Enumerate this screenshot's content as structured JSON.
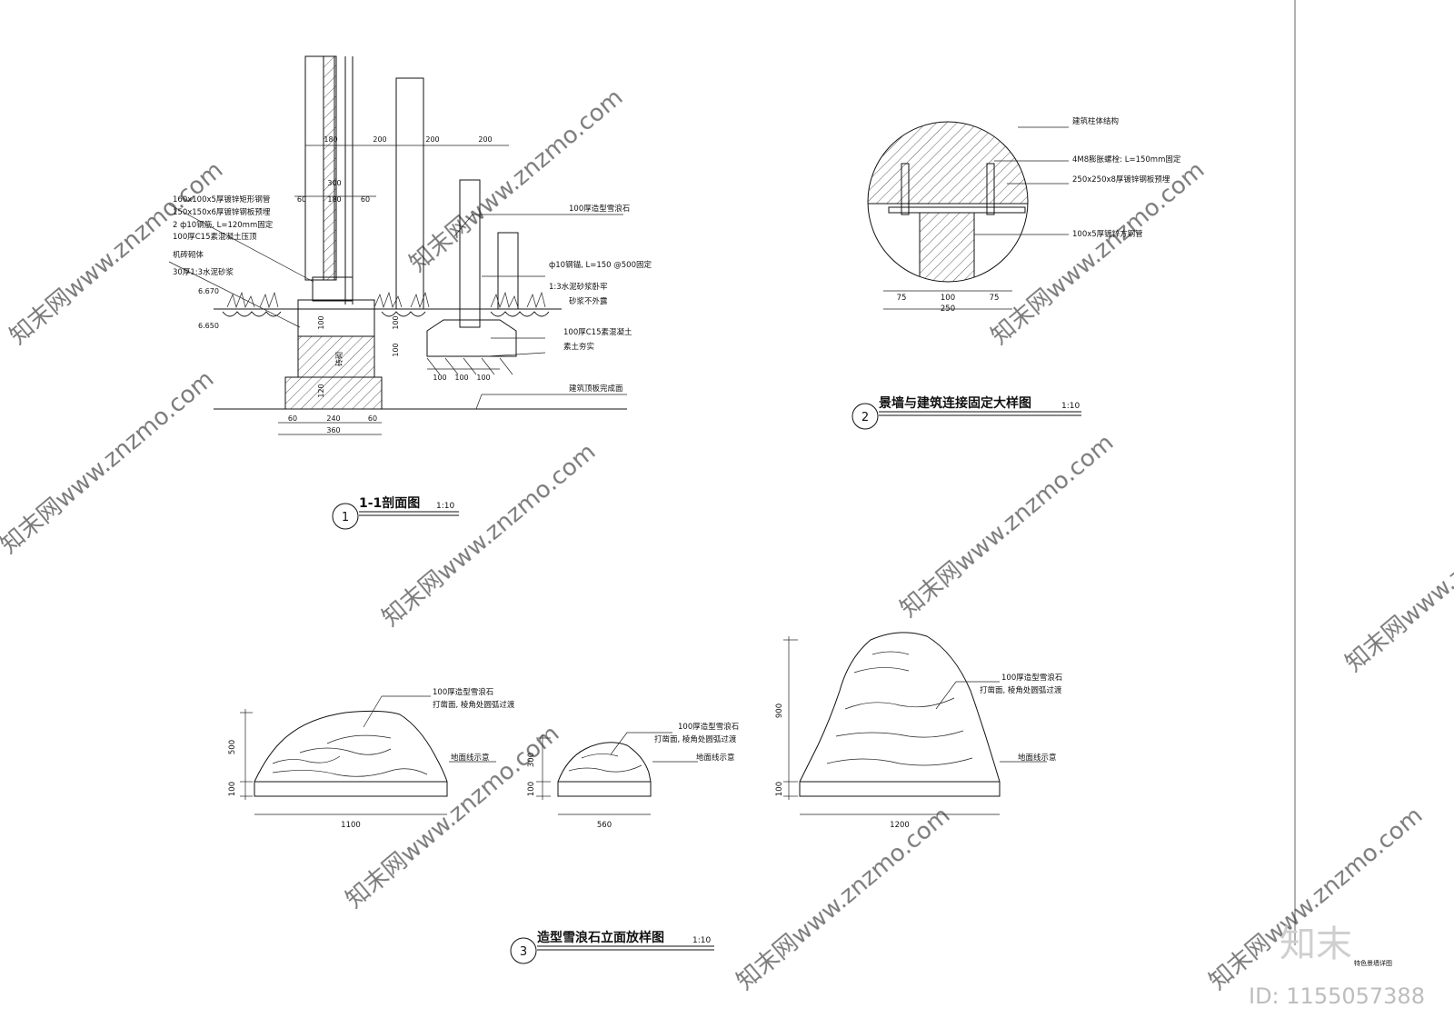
{
  "watermark": "知末网www.znzmo.com",
  "brand": {
    "logo_text": "知末",
    "id_text": "ID: 1155057388",
    "sheet_name": "特色景墙详图"
  },
  "section1": {
    "number": "1",
    "title": "1-1剖面图",
    "scale": "1:10",
    "dims_top": [
      "180",
      "200",
      "200",
      "200"
    ],
    "dims_mid": [
      "300",
      "60",
      "180",
      "60"
    ],
    "dims_bottom": [
      "60",
      "240",
      "60",
      "360"
    ],
    "dims_right": [
      "100",
      "100",
      "100"
    ],
    "dims_vert": [
      "100",
      "100",
      "120",
      "100"
    ],
    "elevations": [
      "6.670",
      "6.650"
    ],
    "vert_label": "砖砌",
    "left_labels": [
      "160x100x5厚镀锌矩形钢管",
      "150x150x6厚镀锌钢板预埋",
      "2 ф10钢筋, L=120mm固定",
      "100厚C15素混凝土压顶",
      "机砖砌体",
      "30厚1:3水泥砂浆"
    ],
    "right_labels": [
      "100厚造型雪浪石",
      "ф10钢锚, L=150 @500固定",
      "1:3水泥砂浆卧牢",
      "砂浆不外露",
      "100厚C15素混凝土",
      "素土夯实",
      "建筑顶板完成面"
    ]
  },
  "section2": {
    "number": "2",
    "title": "景墙与建筑连接固定大样图",
    "scale": "1:10",
    "labels": [
      "建筑柱体结构",
      "4M8膨胀螺栓: L=150mm固定",
      "250x250x8厚镀锌钢板预埋",
      "100x5厚镀锌方钢管"
    ],
    "dims": [
      "75",
      "100",
      "75",
      "250"
    ]
  },
  "section3": {
    "number": "3",
    "title": "造型雪浪石立面放样图",
    "scale": "1:10",
    "stones": [
      {
        "height": "500",
        "base": "100",
        "width": "1100",
        "label1": "100厚造型雪浪石",
        "label2": "打凿面, 棱角处圆弧过渡",
        "ground": "地面线示意"
      },
      {
        "height": "300",
        "base": "100",
        "width": "560",
        "label1": "100厚造型雪浪石",
        "label2": "打凿面, 棱角处圆弧过渡",
        "ground": "地面线示意"
      },
      {
        "height": "900",
        "base": "100",
        "width": "1200",
        "label1": "100厚造型雪浪石",
        "label2": "打凿面, 棱角处圆弧过渡",
        "ground": "地面线示意"
      }
    ]
  }
}
